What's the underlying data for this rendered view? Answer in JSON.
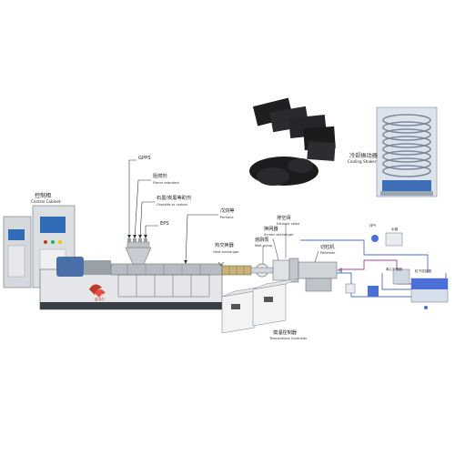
{
  "labels": {
    "control_cabinet_zh": "控制柜",
    "control_cabinet_en": "Control Cabinet",
    "gpps": "GPPS",
    "flame_retardant_zh": "阻燃剂",
    "flame_retardant_en": "Flame retardant",
    "graphite_zh": "石墨/炭黑等助剂",
    "graphite_en": "Graphite or carbon",
    "eps": "EPS",
    "pentane_zh": "戊烷等",
    "pentane_en": "Pentane",
    "heat_exchanger_zh": "热交换器",
    "heat_exchanger_en": "Heat exchanger",
    "melt_pump_zh": "熔融泵",
    "melt_pump_en": "Melt pump",
    "screen_exchanger_zh": "换网器",
    "screen_exchanger_en": "Screen exchanger",
    "exhaust_valve_zh": "排空阀",
    "exhaust_valve_en": "Exhaust valve",
    "pelletizer_zh": "切粒机",
    "pelletizer_en": "Pelletizer",
    "cooling_shaker_zh": "冷却振动器",
    "cooling_shaker_en": "Cooling Shaker",
    "temp_controller_zh": "模温控制器",
    "temp_controller_en": "Temperature Controller",
    "gas_zh": "排气",
    "water_tank_zh": "水箱",
    "dryer_zh": "离心干燥器",
    "pellet_bin_zh": "粒子成品箱",
    "brand": "金韦尔"
  },
  "colors": {
    "pipe_blue": "#4a6fd6",
    "pipe_magenta": "#b0408c",
    "machine_gray": "#c9ccd0",
    "base_dark": "#3a3f46",
    "barrel_tan": "#c8b27a"
  }
}
